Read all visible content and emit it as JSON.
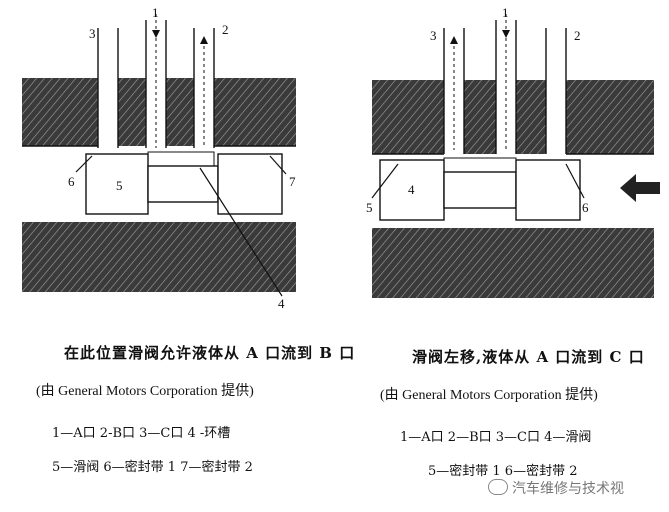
{
  "left_panel": {
    "labels": {
      "n1": "1",
      "n2": "2",
      "n3": "3",
      "n4": "4",
      "n5": "5",
      "n6": "6",
      "n7": "7"
    },
    "title": "在此位置滑阀允许液体从 A 口流到 B 口",
    "credit": "(由 General Motors Corporation 提供)",
    "legend_line1": "1—A口  2-B口  3—C口  4 -环槽",
    "legend_line2": "5—滑阀  6—密封带 1  7—密封带 2"
  },
  "right_panel": {
    "labels": {
      "n1": "1",
      "n2": "2",
      "n3": "3",
      "n4": "4",
      "n5": "5",
      "n6": "6"
    },
    "title": "滑阀左移,液体从 A 口流到 C 口",
    "credit": "(由 General Motors Corporation 提供)",
    "legend_line1": "1—A口  2—B口  3—C口  4—滑阀",
    "legend_line2": "5—密封带 1  6—密封带 2"
  },
  "watermark": "汽车维修与技术视",
  "colors": {
    "hatch": "#2b2b2b",
    "line": "#111111",
    "background": "#ffffff"
  }
}
